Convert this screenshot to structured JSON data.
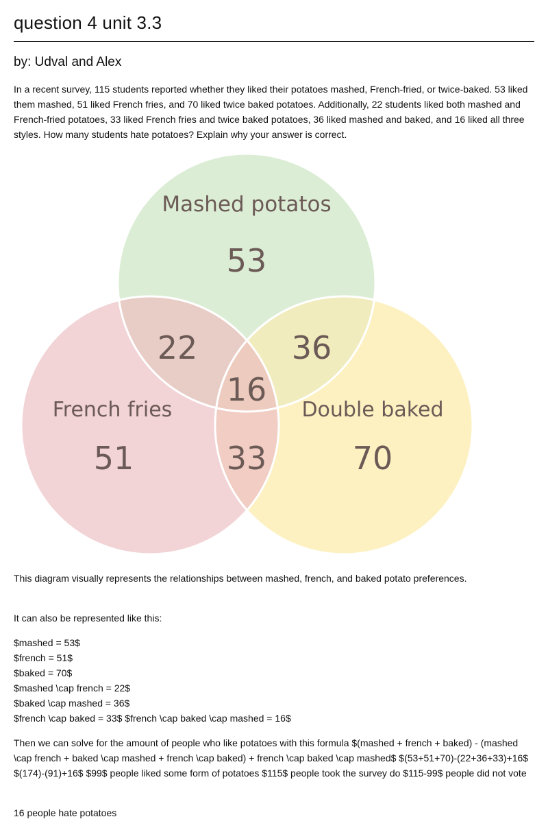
{
  "title": "question 4 unit 3.3",
  "authors": "by: Udval and Alex",
  "question": "In a recent survey, 115 students reported whether they liked their potatoes mashed, French-fried, or twice-baked. 53 liked them mashed, 51 liked French fries, and 70 liked twice baked potatoes. Additionally, 22 students liked both mashed and French-fried potatoes, 33 liked French fries and twice baked potatoes, 36 liked mashed and baked, and 16 liked all three styles. How many students hate potatoes? Explain why your answer is correct.",
  "venn": {
    "mashed": {
      "label": "Mashed potatos",
      "value": "53",
      "color": "#dcedd6"
    },
    "french": {
      "label": "French fries",
      "value": "51",
      "color": "#f2d3d6"
    },
    "baked": {
      "label": "Double baked",
      "value": "70",
      "color": "#fdf1c2"
    },
    "mashed_french": "22",
    "mashed_baked": "36",
    "french_baked": "33",
    "all_three": "16"
  },
  "caption": "This diagram visually represents the relationships between mashed, french, and baked potato preferences.",
  "alt_intro": "It can also be represented like this:",
  "equations": [
    "$mashed = 53$",
    "$french = 51$",
    "$baked = 70$",
    "$mashed \\cap french = 22$",
    "$baked \\cap mashed = 36$",
    "$french \\cap baked = 33$ $french \\cap baked \\cap mashed = 16$"
  ],
  "solution": "Then we can solve for the amount of people who like potatoes with this formula $(mashed + french + baked) - (mashed \\cap french + baked \\cap mashed + french \\cap baked) + french \\cap baked \\cap mashed$ $(53+51+70)-(22+36+33)+16$ $(174)-(91)+16$ $99$ people liked some form of potatoes $115$ people took the survey do $115-99$ people did not vote",
  "answer": "16 people hate potatoes"
}
